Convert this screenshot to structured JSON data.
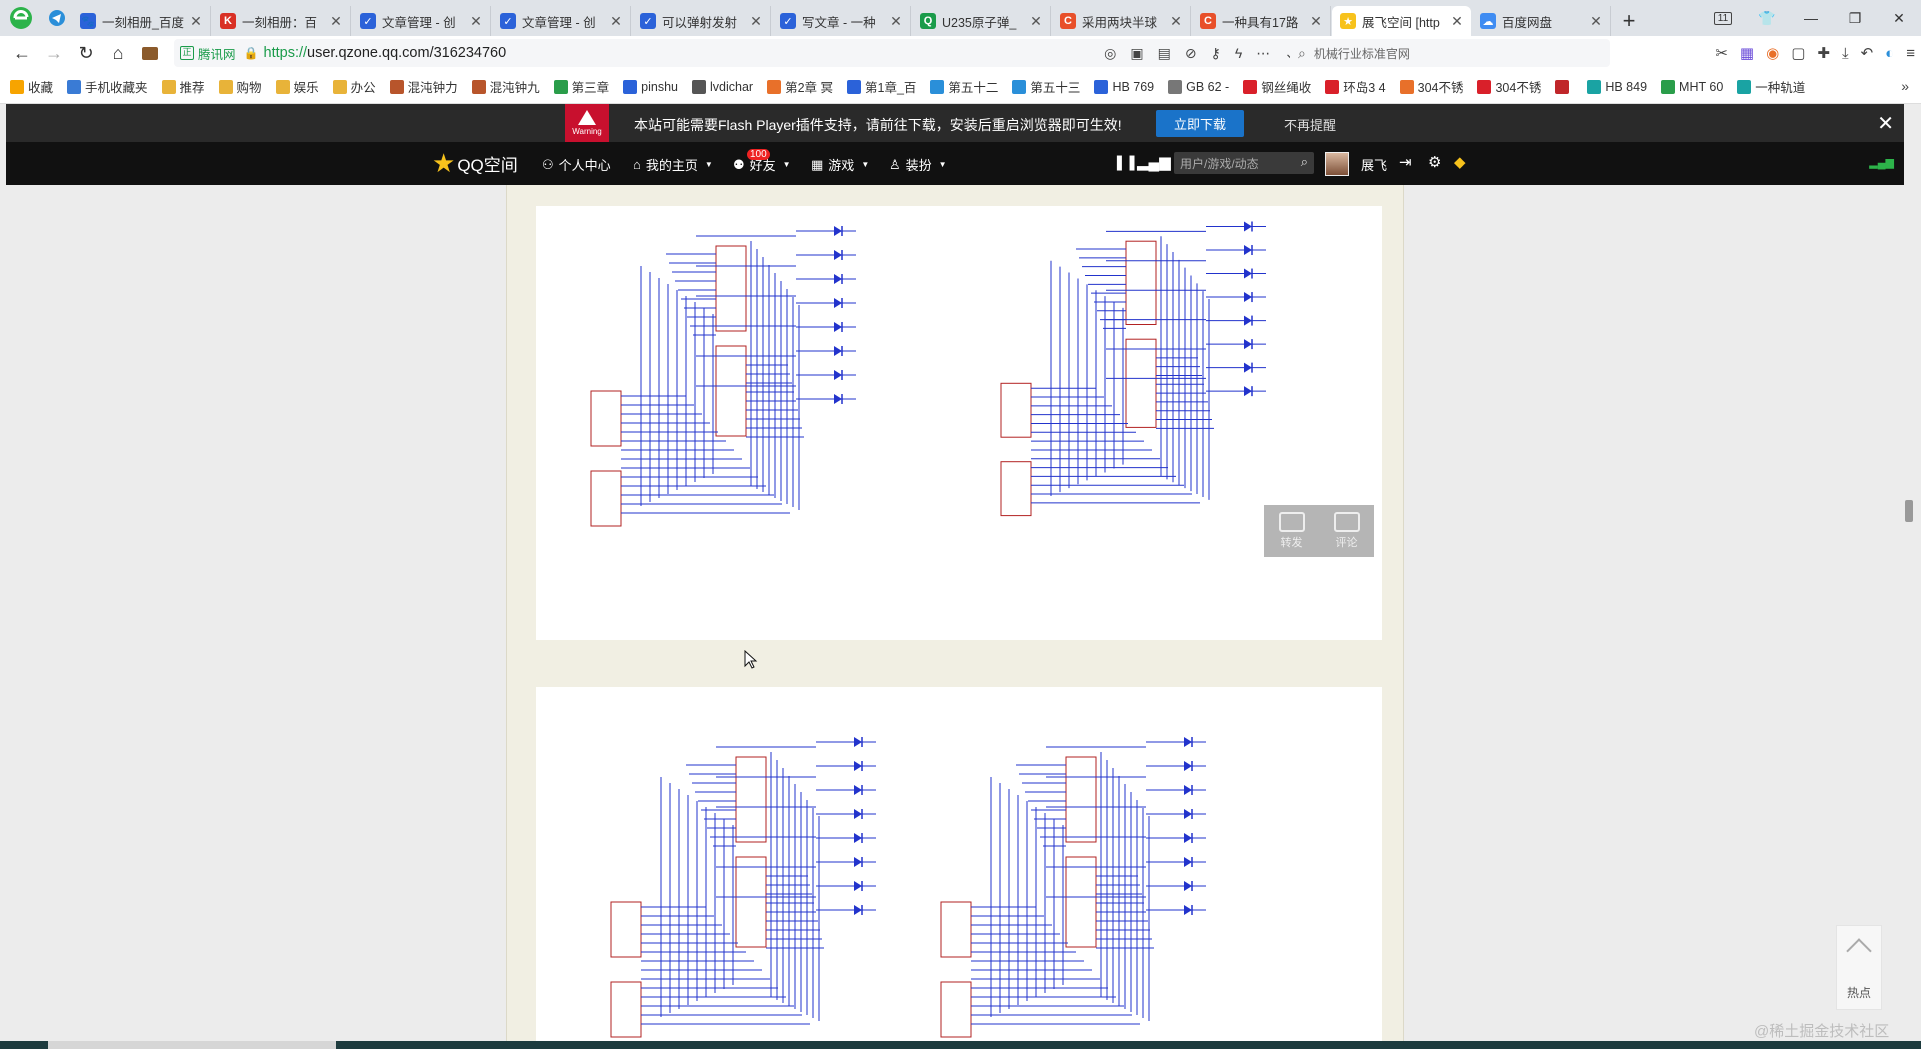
{
  "tabs": [
    {
      "title": "一刻相册_百度",
      "color": "#2b62d9",
      "glyph": "🐾",
      "active": false
    },
    {
      "title": "一刻相册：百",
      "color": "#d93025",
      "glyph": "K",
      "active": false
    },
    {
      "title": "文章管理 - 创",
      "color": "#2b62d9",
      "glyph": "✓",
      "active": false
    },
    {
      "title": "文章管理 - 创",
      "color": "#2b62d9",
      "glyph": "✓",
      "active": false
    },
    {
      "title": "可以弹射发射",
      "color": "#2b62d9",
      "glyph": "✓",
      "active": false
    },
    {
      "title": "写文章 - 一种",
      "color": "#2b62d9",
      "glyph": "✓",
      "active": false
    },
    {
      "title": "U235原子弹_",
      "color": "#1a9b4a",
      "glyph": "Q",
      "active": false
    },
    {
      "title": "采用两块半球",
      "color": "#e8502a",
      "glyph": "C",
      "active": false
    },
    {
      "title": "一种具有17路",
      "color": "#e8502a",
      "glyph": "C",
      "active": false
    },
    {
      "title": "展飞空间 [http",
      "color": "#f7c21c",
      "glyph": "★",
      "active": true
    },
    {
      "title": "百度网盘",
      "color": "#3f8cf2",
      "glyph": "☁",
      "active": false
    }
  ],
  "tab_count": "11",
  "address": {
    "site_label": "腾讯网",
    "url_proto": "https://",
    "url_rest": "user.qzone.qq.com/316234760"
  },
  "search_placeholder": "机械行业标准官网",
  "bookmarks": [
    {
      "label": "收藏",
      "color": "#f7a400"
    },
    {
      "label": "手机收藏夹",
      "color": "#3a7bd5"
    },
    {
      "label": "推荐",
      "color": "#e8b339"
    },
    {
      "label": "购物",
      "color": "#e8b339"
    },
    {
      "label": "娱乐",
      "color": "#e8b339"
    },
    {
      "label": "办公",
      "color": "#e8b339"
    },
    {
      "label": "混沌钟力",
      "color": "#b8552b"
    },
    {
      "label": "混沌钟九",
      "color": "#b8552b"
    },
    {
      "label": "第三章",
      "color": "#2a9d4a"
    },
    {
      "label": "pinshu",
      "color": "#2b62d9"
    },
    {
      "label": "lvdichar",
      "color": "#555555"
    },
    {
      "label": "第2章 冥",
      "color": "#e8702a"
    },
    {
      "label": "第1章_百",
      "color": "#2b62d9"
    },
    {
      "label": "第五十二",
      "color": "#2a8fd9"
    },
    {
      "label": "第五十三",
      "color": "#2a8fd9"
    },
    {
      "label": "HB 769",
      "color": "#2b62d9"
    },
    {
      "label": "GB 62 -",
      "color": "#777777"
    },
    {
      "label": "钢丝绳收",
      "color": "#d9202a"
    },
    {
      "label": "环岛3 4",
      "color": "#d9202a"
    },
    {
      "label": "304不锈",
      "color": "#e8702a"
    },
    {
      "label": "304不锈",
      "color": "#d9202a"
    },
    {
      "label": "",
      "color": "#c0262a"
    },
    {
      "label": "HB 849",
      "color": "#1aa3a3"
    },
    {
      "label": "MHT 60",
      "color": "#2a9d4a"
    },
    {
      "label": "一种轨道",
      "color": "#1aa3a3"
    }
  ],
  "flash": {
    "warning_label": "Warning",
    "message": "本站可能需要Flash Player插件支持，请前往下载，安装后重启浏览器即可生效!",
    "download_label": "立即下载",
    "dismiss_label": "不再提醒"
  },
  "qzone": {
    "logo": "QQ空间",
    "personal": "个人中心",
    "home": "我的主页",
    "friends": "好友",
    "friends_badge": "100",
    "games": "游戏",
    "dress": "装扮",
    "search_placeholder": "用户/游戏/动态",
    "username": "展飞"
  },
  "share": {
    "forward": "转发",
    "comment": "评论"
  },
  "to_top": {
    "label": "热点"
  },
  "watermark": "@稀土掘金技术社区"
}
